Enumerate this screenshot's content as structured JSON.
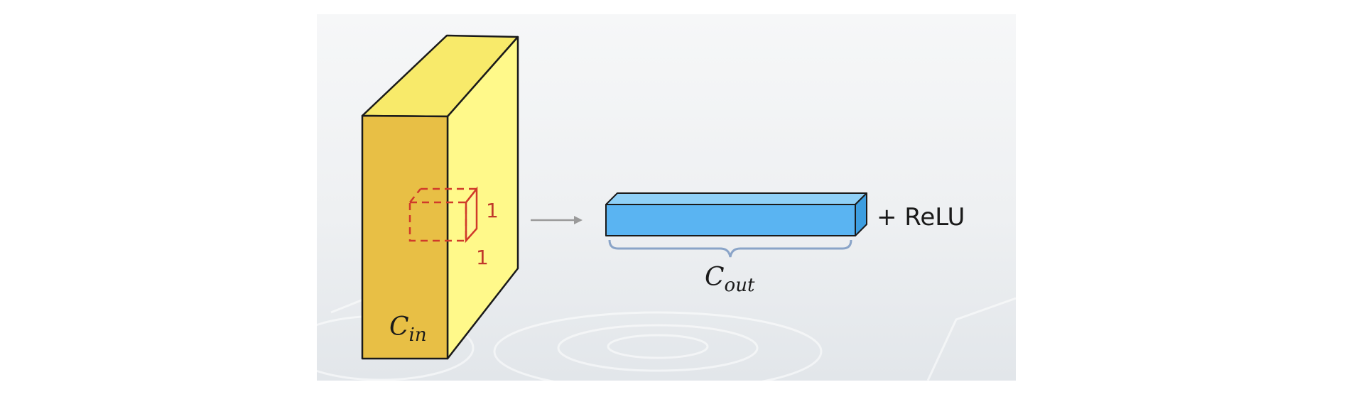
{
  "colors": {
    "volume_front": "#e8bf45",
    "volume_top": "#f8ea6a",
    "volume_side": "#fff98a",
    "filter_dash": "#d03a2a",
    "bar_front": "#5ab4f2",
    "bar_top": "#8fd0f7",
    "bar_side": "#3d9ee0",
    "brace": "#8aa4c8",
    "arrow": "#9a9a9a",
    "outline": "#1a1a1a"
  },
  "input_volume": {
    "channel_label_base": "C",
    "channel_label_sub": "in"
  },
  "filter": {
    "height_label": "1",
    "width_label": "1"
  },
  "output": {
    "channel_label_base": "C",
    "channel_label_sub": "out",
    "activation_label": "+ ReLU"
  }
}
